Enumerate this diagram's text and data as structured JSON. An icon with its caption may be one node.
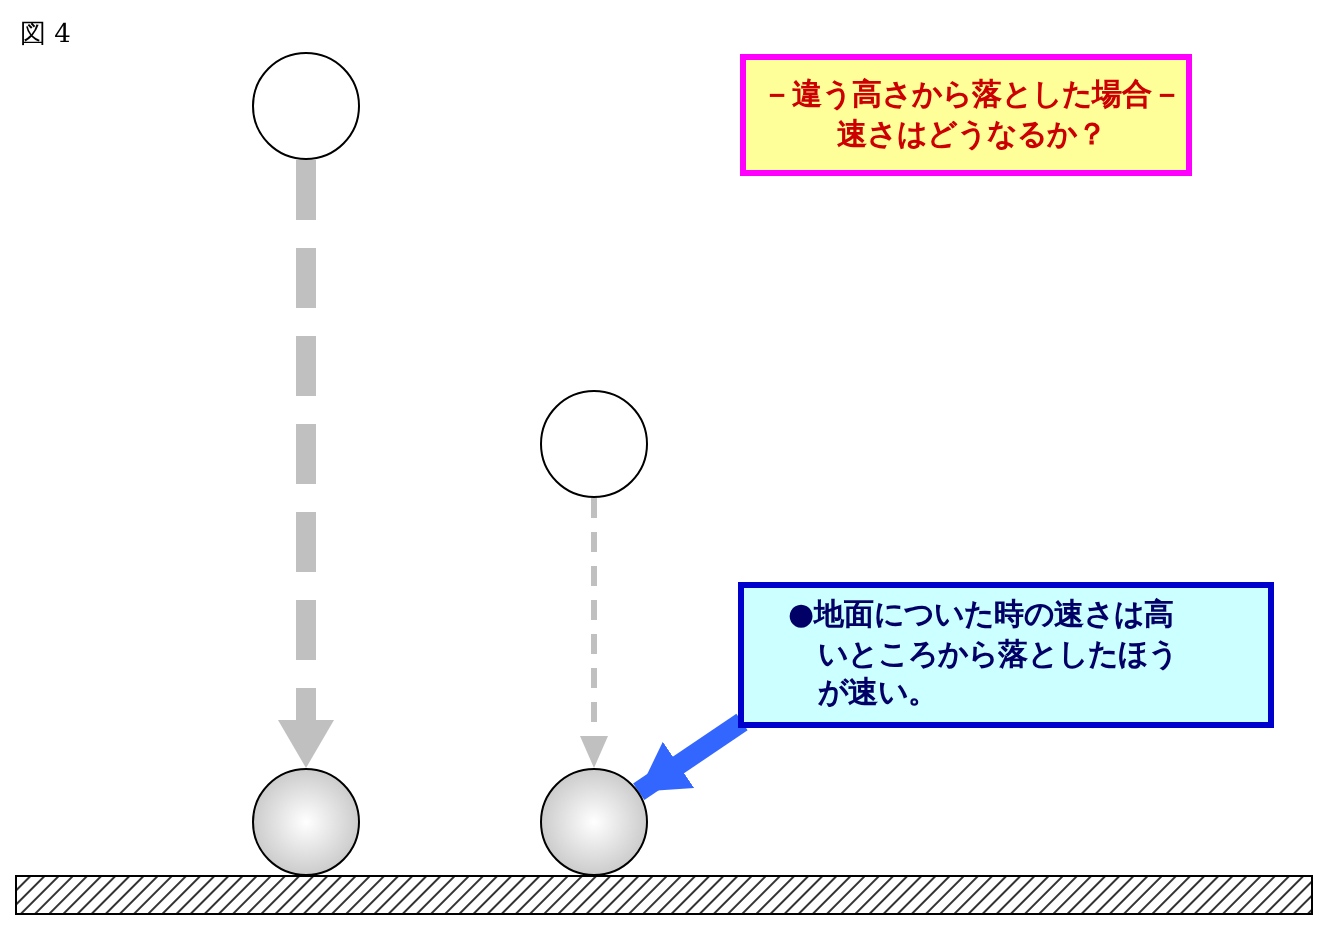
{
  "diagram": {
    "nodes": [
      {
        "text": [],
        "shape": "circle"
      },
      {
        "text": [],
        "shape": "circle"
      },
      {
        "text": [],
        "shape": "circle"
      },
      {
        "text": [],
        "shape": "circle"
      },
      {
        "text": [
          "－違う高さから落とした場合－速さはどうなるか？"
        ]
      },
      {
        "text": [
          "●地面についた時の速さは高いところから落としたほうが速い。"
        ]
      }
    ],
    "edges": [
      {
        "from": 0,
        "to": 2,
        "arrow": "to",
        "style": "dashed"
      },
      {
        "from": 1,
        "to": 3,
        "arrow": "to",
        "style": "dashed"
      },
      {
        "from": 5,
        "to": 3,
        "arrow": "to",
        "color": "#3366ff"
      }
    ],
    "labels": [
      "図 4"
    ]
  }
}
